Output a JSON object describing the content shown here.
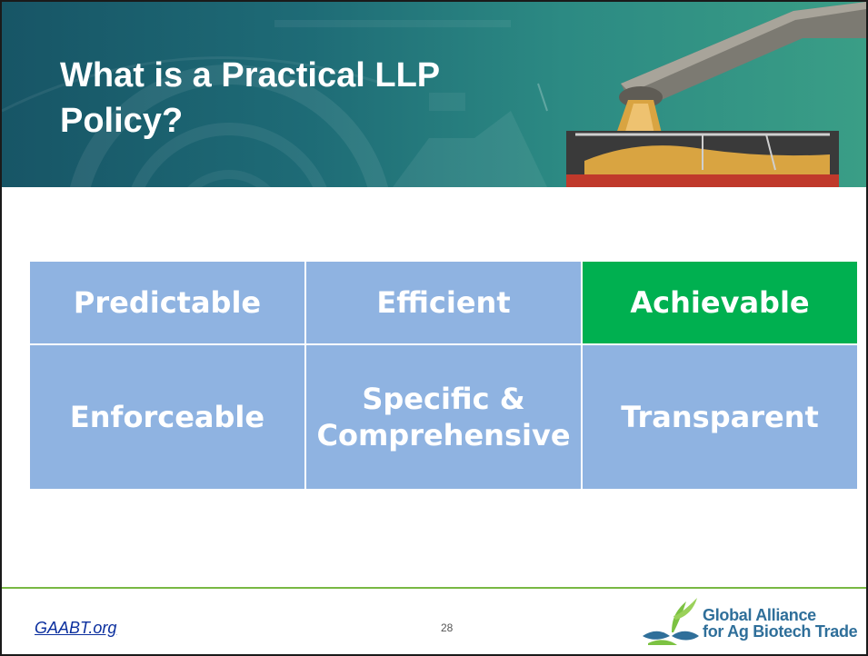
{
  "slide": {
    "title": "What is a Practical LLP Policy?",
    "page_number": "28"
  },
  "grid": {
    "cells": [
      {
        "label": "Predictable",
        "highlight": false
      },
      {
        "label": "Efficient",
        "highlight": false
      },
      {
        "label": "Achievable",
        "highlight": true
      },
      {
        "label": "Enforceable",
        "highlight": false
      },
      {
        "label": "Specific & Comprehensive",
        "highlight": false
      },
      {
        "label": "Transparent",
        "highlight": false
      }
    ],
    "colors": {
      "default": "#8fb3e1",
      "highlight": "#00b050"
    }
  },
  "footer": {
    "link_text": "GAABT.org",
    "logo_line1": "Global Alliance",
    "logo_line2": "for Ag Biotech Trade"
  },
  "colors": {
    "banner": "#1e6b76",
    "footer_line": "#78b843",
    "link": "#0b2f9e"
  },
  "icons": [
    "grain-harvest-image",
    "gaabt-logo-icon"
  ]
}
